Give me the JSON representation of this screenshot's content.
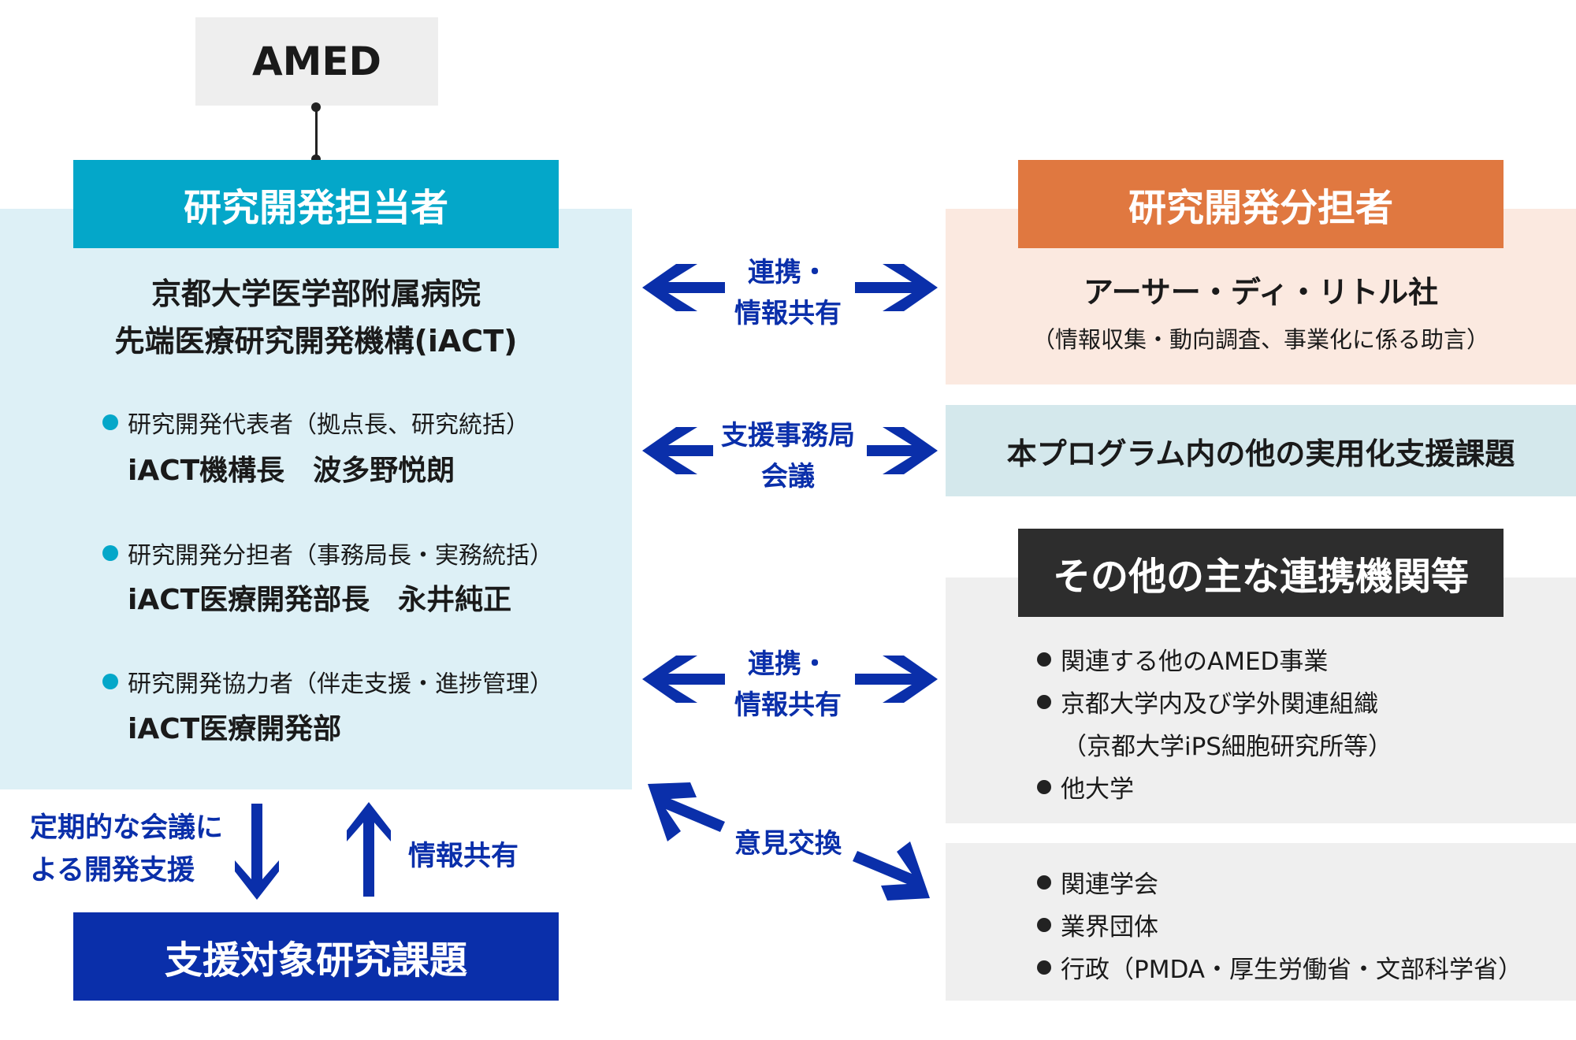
{
  "amed": {
    "label": "AMED"
  },
  "left": {
    "header": "研究開発担当者",
    "org_line1": "京都大学医学部附属病院",
    "org_line2": "先端医療研究開発機構(iACT)",
    "roles": [
      {
        "role": "研究開発代表者（拠点長、研究統括）",
        "name": "iACT機構長　波多野悦朗"
      },
      {
        "role": "研究開発分担者（事務局長・実務統括）",
        "name": "iACT医療開発部長　永井純正"
      },
      {
        "role": "研究開発協力者（伴走支援・進捗管理）",
        "name": "iACT医療開発部"
      }
    ]
  },
  "bottom": {
    "meeting_line1": "定期的な会議に",
    "meeting_line2": "よる開発支援",
    "info_share": "情報共有",
    "target": "支援対象研究課題"
  },
  "arrows": {
    "a1_line1": "連携・",
    "a1_line2": "情報共有",
    "a2_line1": "支援事務局",
    "a2_line2": "会議",
    "a3_line1": "連携・",
    "a3_line2": "情報共有",
    "a4": "意見交換"
  },
  "right1": {
    "header": "研究開発分担者",
    "name": "アーサー・ディ・リトル社",
    "desc": "（情報収集・動向調査、事業化に係る助言）"
  },
  "right2": {
    "label": "本プログラム内の他の実用化支援課題"
  },
  "right3": {
    "header": "その他の主な連携機関等",
    "items": [
      "関連する他のAMED事業",
      "京都大学内及び学外関連組織",
      "他大学"
    ],
    "sub": "（京都大学iPS細胞研究所等）"
  },
  "right4": {
    "items": [
      "関連学会",
      "業界団体",
      "行政（PMDA・厚生労働省・文部科学省）"
    ]
  },
  "colors": {
    "cyan": "#04a7c9",
    "navy": "#0a2faa",
    "orange": "#e07840",
    "dark": "#2d2d2d",
    "arrow": "#0a2faa"
  }
}
